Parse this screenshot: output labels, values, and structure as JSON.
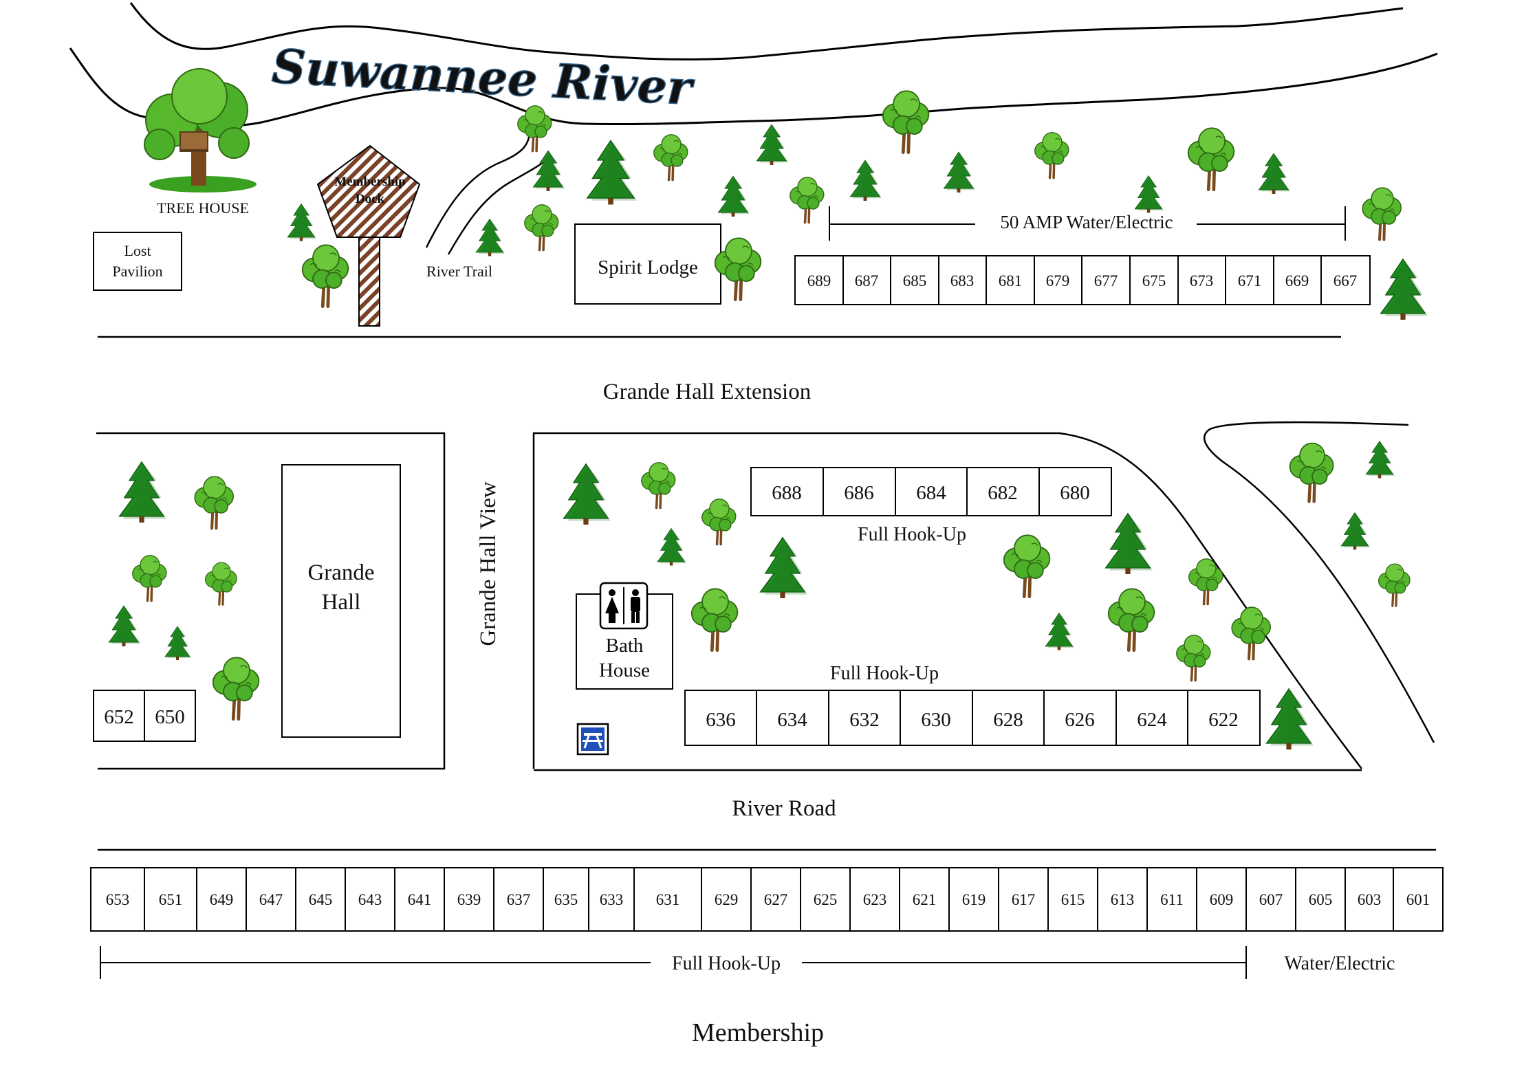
{
  "map": {
    "title": "Suwannee River",
    "tree_house": "TREE HOUSE",
    "lost_pavilion": [
      "Lost",
      "Pavilion"
    ],
    "membership_dock": [
      "Membership",
      "Dock"
    ],
    "river_trail": "River Trail",
    "spirit_lodge": "Spirit Lodge",
    "grande_hall_extension": "Grande Hall Extension",
    "grande_hall": [
      "Grande",
      "Hall"
    ],
    "grande_hall_view": "Grande Hall View",
    "bath_house": [
      "Bath",
      "House"
    ],
    "river_road": "River Road",
    "membership": "Membership",
    "amp50_label": "50 AMP Water/Electric",
    "full_hookup_upper": "Full Hook-Up",
    "full_hookup_mid": "Full Hook-Up",
    "full_hookup_bottom": "Full Hook-Up",
    "water_electric": "Water/Electric",
    "row_top": [
      "689",
      "687",
      "685",
      "683",
      "681",
      "679",
      "677",
      "675",
      "673",
      "671",
      "669",
      "667"
    ],
    "row_mid_upper": [
      "688",
      "686",
      "684",
      "682",
      "680"
    ],
    "row_mid_lower": [
      "636",
      "634",
      "632",
      "630",
      "628",
      "626",
      "624",
      "622"
    ],
    "row_left": [
      "652",
      "650"
    ],
    "row_bottom": [
      "653",
      "651",
      "649",
      "647",
      "645",
      "643",
      "641",
      "639",
      "637",
      "635",
      "633",
      "631",
      "629",
      "627",
      "625",
      "623",
      "621",
      "619",
      "617",
      "615",
      "613",
      "611",
      "609",
      "607",
      "605",
      "603",
      "601"
    ],
    "colors": {
      "tree_canopy": "#4caf2a",
      "pine": "#1e8a1e",
      "trunk": "#7a4a1e",
      "river_title": "#6aa8d8",
      "dock_stripe": "#7a4228",
      "picnic_icon": "#1f4fb8"
    },
    "icons": [
      "restroom-icon",
      "picnic-table-icon",
      "tree-icon",
      "pine-tree-icon"
    ]
  }
}
